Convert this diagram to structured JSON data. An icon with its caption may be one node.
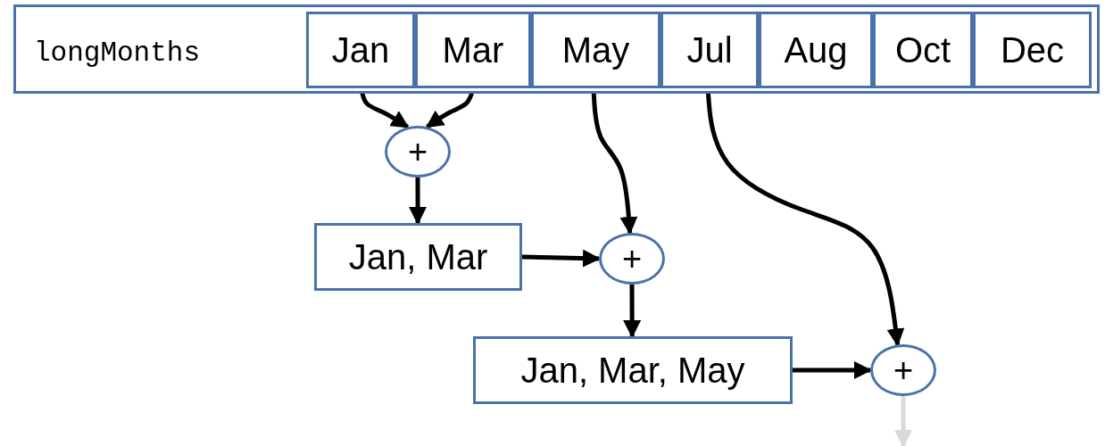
{
  "diagram": {
    "nodes": [
      {
        "text": [
          "longMonths"
        ]
      },
      {
        "text": [],
        "shape": "box",
        "in": 0
      },
      {
        "text": [
          "Jan"
        ],
        "in": 1
      },
      {
        "text": [
          "Mar"
        ],
        "in": 1
      },
      {
        "text": [
          "May"
        ],
        "in": 1
      },
      {
        "text": [
          "Jul"
        ],
        "in": 1
      },
      {
        "text": [
          "Aug"
        ],
        "in": 1
      },
      {
        "text": [
          "Oct"
        ],
        "in": 1
      },
      {
        "text": [
          "Dec"
        ],
        "in": 1
      },
      {
        "text": [
          "+"
        ]
      },
      {
        "text": [
          "Jan, Mar"
        ]
      },
      {
        "text": [
          "+"
        ]
      },
      {
        "text": [
          "Jan, Mar, May"
        ]
      },
      {
        "text": [
          "+"
        ]
      }
    ],
    "edges": [
      {
        "from": 2,
        "to": 9,
        "arrow": "to"
      },
      {
        "from": 3,
        "to": 9,
        "arrow": "to"
      },
      {
        "from": 9,
        "to": 10,
        "arrow": "to"
      },
      {
        "from": 4,
        "to": 11,
        "arrow": "to"
      },
      {
        "from": 10,
        "to": 11,
        "arrow": "to"
      },
      {
        "from": 11,
        "to": 12,
        "arrow": "to"
      },
      {
        "from": 5,
        "to": 13,
        "arrow": "to"
      },
      {
        "from": 12,
        "to": 13,
        "arrow": "to"
      },
      {
        "from": 13,
        "to": null,
        "arrow": "to",
        "color": "#d9d9d9"
      }
    ]
  }
}
